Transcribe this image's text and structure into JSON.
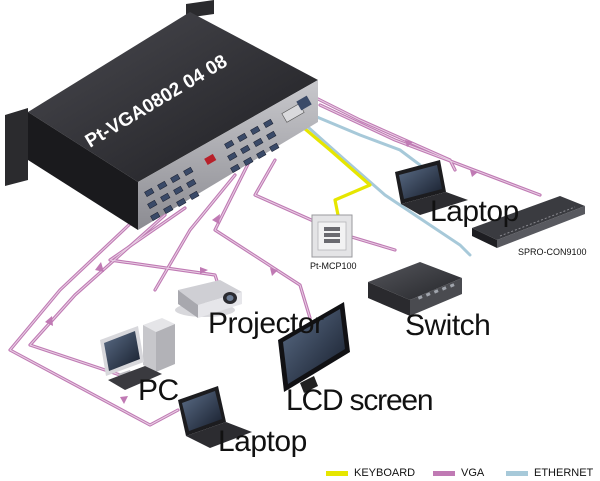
{
  "device_title": "Pt-VGA0802 04 08",
  "devices": {
    "laptop_right": "Laptop",
    "spro": "SPRO-CON9100",
    "mcp": "Pt-MCP100",
    "projector": "Projector",
    "switch": "Switch",
    "pc": "PC",
    "lcd": "LCD screen",
    "laptop_bottom": "Laptop"
  },
  "legend": [
    {
      "label": "KEYBOARD",
      "color": "#e6e600"
    },
    {
      "label": "VGA",
      "color": "#c07ab4"
    },
    {
      "label": "ETHERNET",
      "color": "#a7c9d9"
    }
  ],
  "colors": {
    "vga": "#c07ab4",
    "keyboard": "#e6e600",
    "ethernet": "#a7c9d9",
    "chassis": "#2f2f33"
  }
}
